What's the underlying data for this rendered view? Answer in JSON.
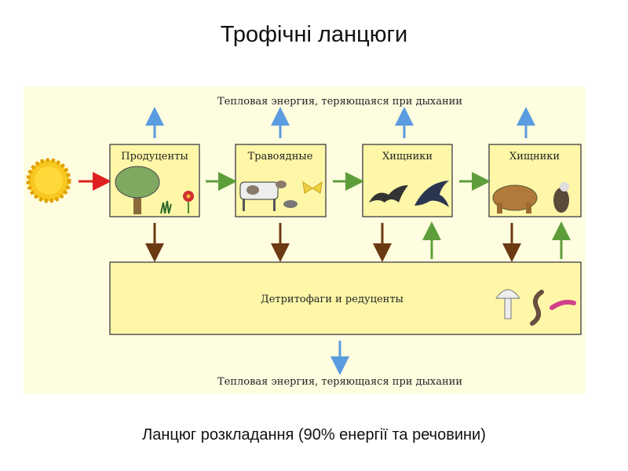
{
  "title": "Трофічні ланцюги",
  "caption": "Ланцюг розкладання (90% енергії та речовини)",
  "diagram": {
    "heat_top": "Тепловая энергия, теряющаяся при дыхании",
    "heat_bottom": "Тепловая энергия, теряющаяся при дыхании",
    "boxes": [
      "Продуценты",
      "Травоядные",
      "Хищники",
      "Хищники"
    ],
    "decomposers": "Детритофаги и редуценты",
    "colors": {
      "background": "#FFFDE0",
      "box": "#FFF7A8",
      "heat_arrow": "#5B9BE0",
      "flow_arrow": "#5E9E3A",
      "detritus_arrow": "#6B3A12",
      "sun_arrow": "#E02020"
    }
  }
}
